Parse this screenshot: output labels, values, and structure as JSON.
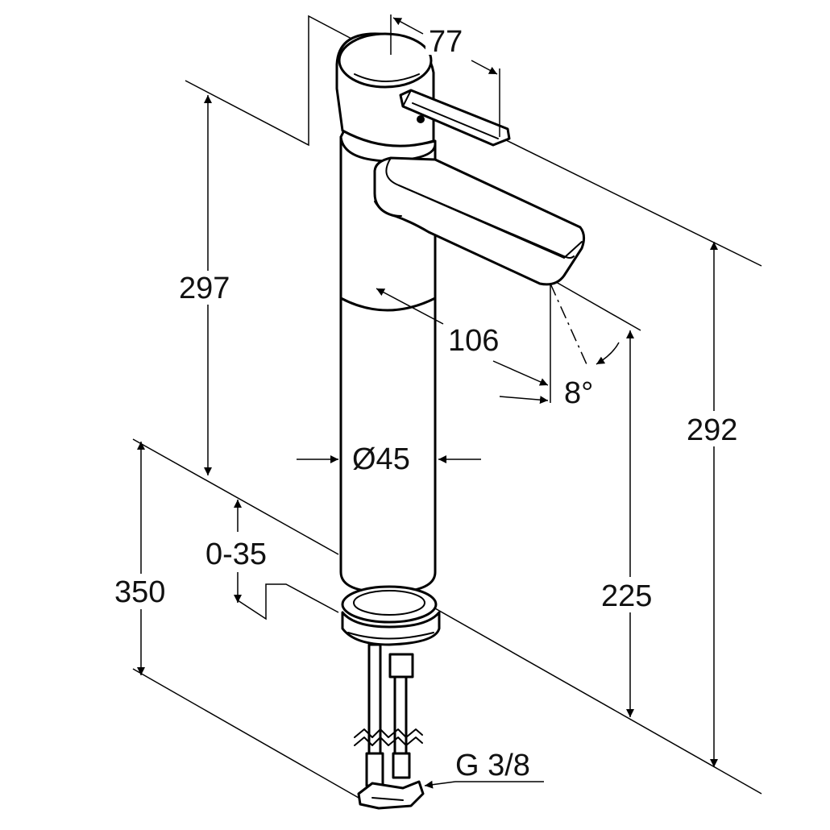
{
  "dimensions": {
    "lever_reach": "77",
    "top_height": "297",
    "spout_reach": "106",
    "spout_angle": "8°",
    "body_diameter": "Ø45",
    "overall_height": "292",
    "deck_range": "0-35",
    "hose_length": "350",
    "spout_clearance": "225",
    "connection_thread": "G 3/8"
  },
  "colors": {
    "line": "#000000",
    "background": "#ffffff"
  }
}
